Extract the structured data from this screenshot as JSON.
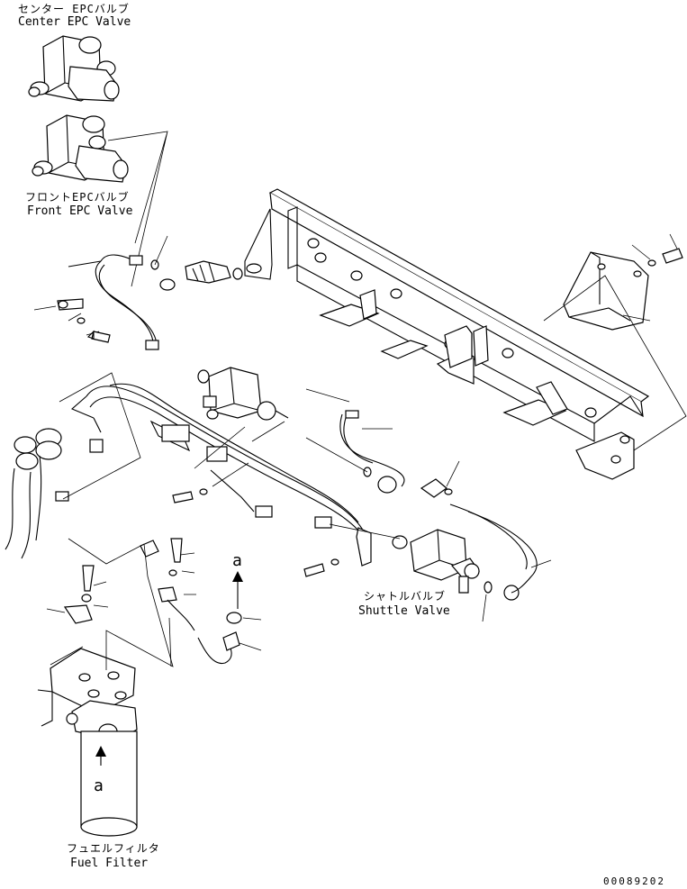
{
  "labels": {
    "center_valve_jp": "センター EPCバルブ",
    "center_valve_en": "Center EPC Valve",
    "front_valve_jp": "フロントEPCバルブ",
    "front_valve_en": "Front EPC Valve",
    "shuttle_valve_jp": "シャトルバルブ",
    "shuttle_valve_en": "Shuttle Valve",
    "fuel_filter_jp": "フュエルフィルタ",
    "fuel_filter_en": "Fuel Filter"
  },
  "callouts": {
    "a_upper": "a",
    "a_lower": "a"
  },
  "document_number": "00089202"
}
